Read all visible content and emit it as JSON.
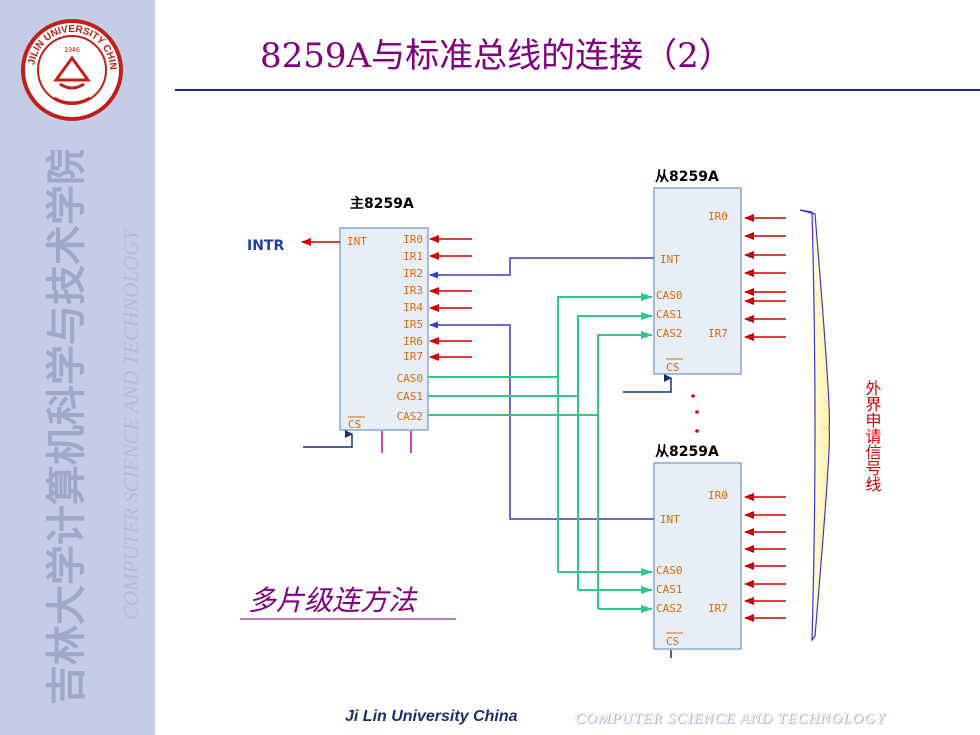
{
  "slide": {
    "title": "8259A与标准总线的连接（2）",
    "footer_university": "Ji Lin University China",
    "footer_college": "COMPUTER SCIENCE AND TECHNOLOGY",
    "sidebar_cn": "吉林大学计算机科学与技术学院",
    "sidebar_en": "COMPUTER SCIENCE AND TECHNOLOGY",
    "logo_text": "JILIN UNIVERSITY CHINA",
    "logo_year": "1946"
  },
  "diagram": {
    "master": {
      "label": "主8259A",
      "int_pin": "INT",
      "ir_pins": [
        "IR0",
        "IR1",
        "IR2",
        "IR3",
        "IR4",
        "IR5",
        "IR6",
        "IR7"
      ],
      "cas_pins": [
        "CAS0",
        "CAS1",
        "CAS2"
      ],
      "cs_pin": "CS"
    },
    "slave_top": {
      "label": "从8259A",
      "ir0_pin": "IR0",
      "int_pin": "INT",
      "cas_pins": [
        "CAS0",
        "CAS1",
        "CAS2"
      ],
      "ir7_pin": "IR7",
      "cs_pin": "CS"
    },
    "slave_bottom": {
      "label": "从8259A",
      "ir0_pin": "IR0",
      "int_pin": "INT",
      "cas_pins": [
        "CAS0",
        "CAS1",
        "CAS2"
      ],
      "ir7_pin": "IR7",
      "cs_pin": "CS"
    },
    "intr_label": "INTR",
    "external_label": "外界申请信号线",
    "caption": "多片级连方法",
    "colors": {
      "pin_text": "#e06a00",
      "arrow_red": "#d40000",
      "wire_green": "#2fc88a",
      "wire_blue": "#3a3ac8",
      "chip_fill": "#e6eef8",
      "chip_border": "#8aa8cc",
      "title_purple": "#800080",
      "label_blue": "#1f3fa6"
    }
  }
}
